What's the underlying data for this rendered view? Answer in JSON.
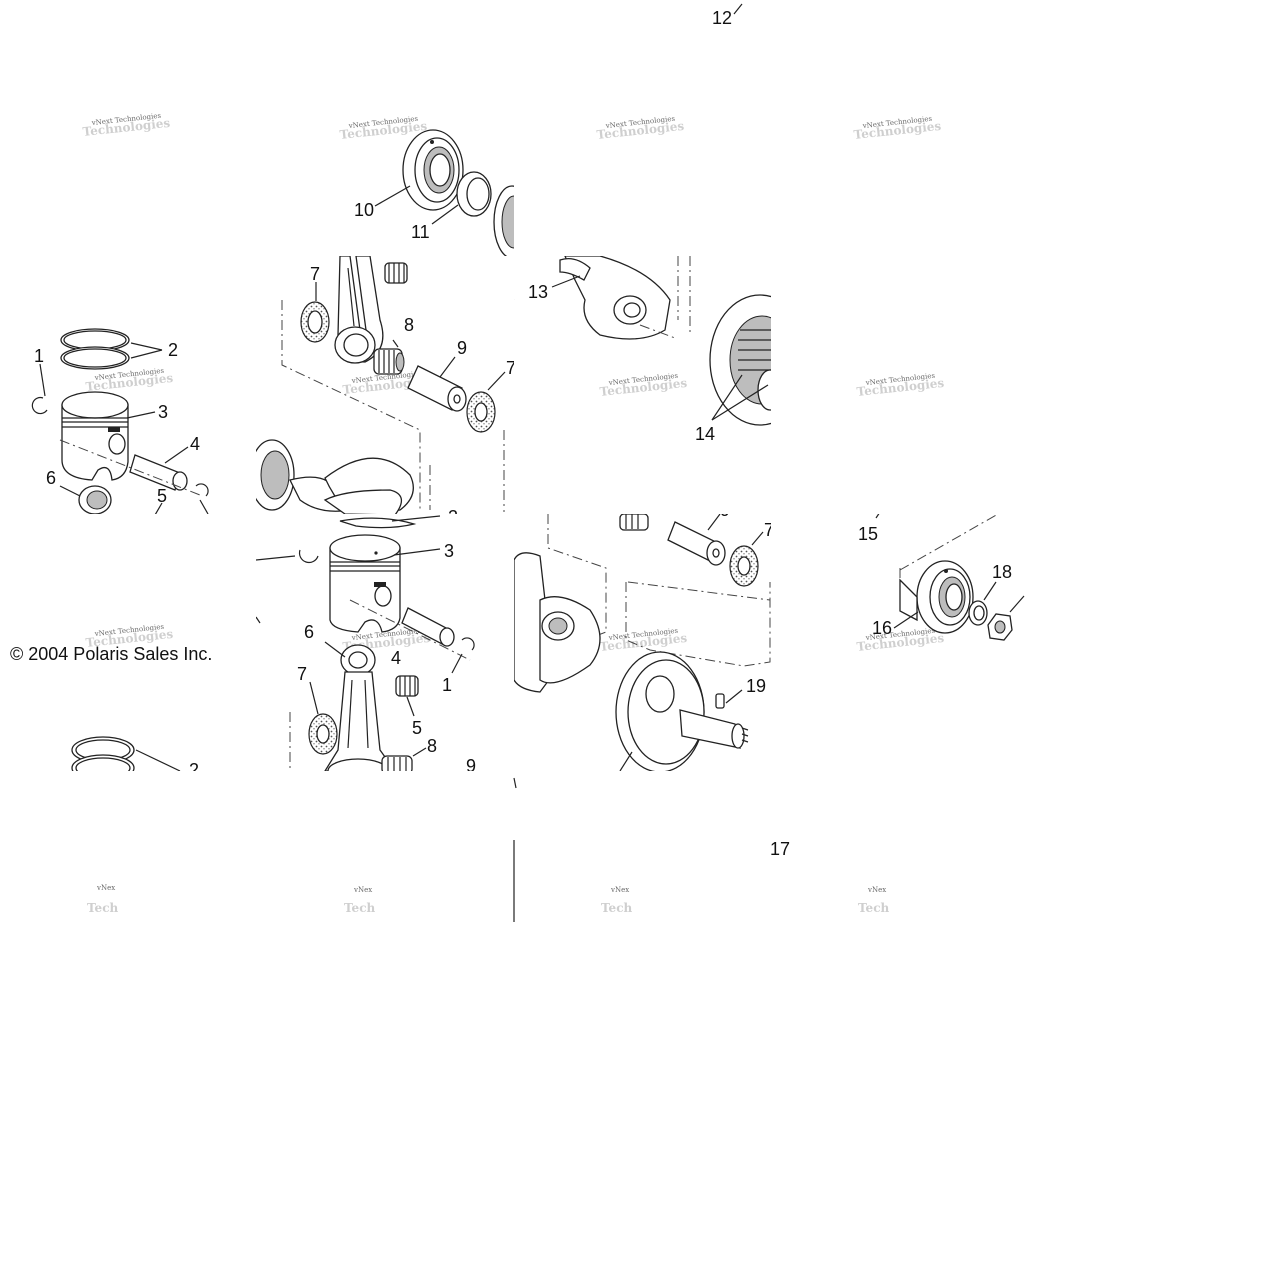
{
  "diagram": {
    "copyright": "© 2004 Polaris Sales Inc.",
    "watermark": {
      "line1": "vNext Technologies",
      "line2": "Technologies"
    },
    "watermark_cut": {
      "line1": "vNex",
      "line2": "Tech"
    },
    "callouts": {
      "c1": "1",
      "c2": "2",
      "c3": "3",
      "c4": "4",
      "c5": "5",
      "c6": "6",
      "c7": "7",
      "c8": "8",
      "c9": "9",
      "c10": "10",
      "c11": "11",
      "c12": "12",
      "c13": "13",
      "c14": "14",
      "c15": "15",
      "c16": "16",
      "c17": "17",
      "c18": "18",
      "c19": "19"
    }
  }
}
